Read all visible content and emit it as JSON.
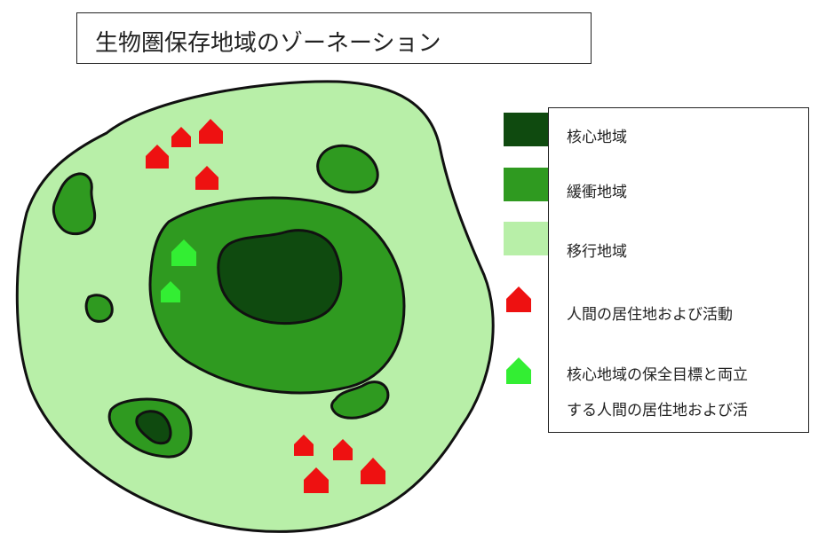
{
  "title": "生物圏保存地域のゾーネーション",
  "colors": {
    "core": "#0f4a0f",
    "buffer": "#2f9a20",
    "transition": "#b8efa8",
    "human_settlement": "#ee1111",
    "compatible_settlement": "#33ee33",
    "outline": "#111111"
  },
  "legend": {
    "items": [
      {
        "key": "core",
        "icon": "dark-green-swatch",
        "label": "核心地域"
      },
      {
        "key": "buffer",
        "icon": "medium-green-swatch",
        "label": "緩衝地域"
      },
      {
        "key": "transition",
        "icon": "light-green-swatch",
        "label": "移行地域"
      },
      {
        "key": "human_settlement",
        "icon": "red-house-icon",
        "label": "人間の居住地および活動"
      },
      {
        "key": "compatible_settlement",
        "icon": "green-house-icon",
        "label_line1": "核心地域の保全目標と両立",
        "label_line2": "する人間の居住地および活"
      }
    ]
  }
}
